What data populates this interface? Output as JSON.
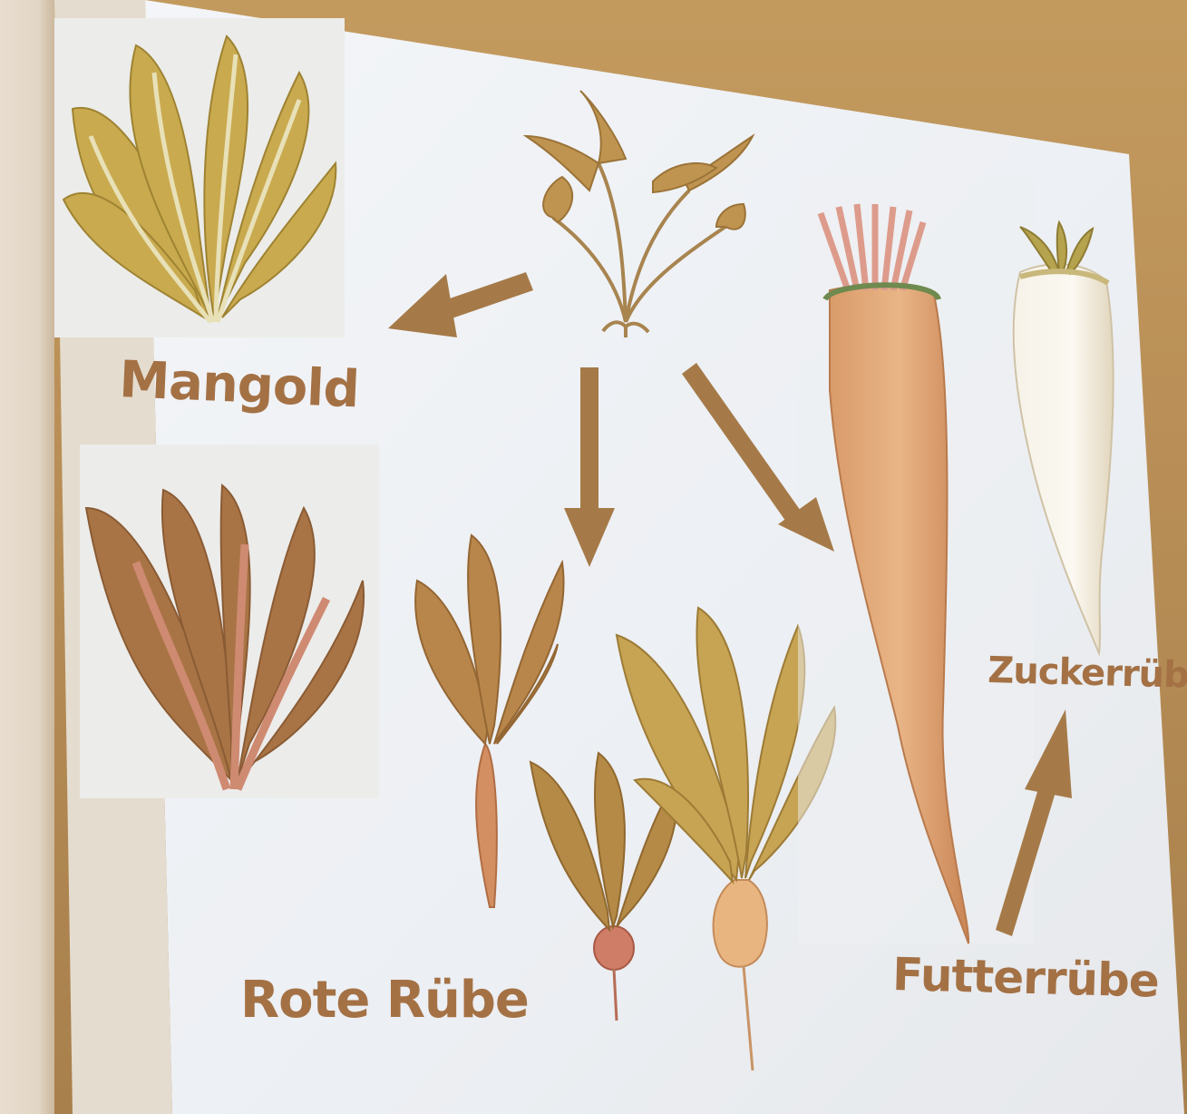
{
  "slide": {
    "labels": {
      "mangold": "Mangold",
      "rote_ruebe": "Rote Rübe",
      "futterruebe": "Futterrübe",
      "zuckerruebe": "Zuckerrübe"
    }
  },
  "colors": {
    "label_text": "#a47145",
    "arrow": "#a57a48",
    "slide_background": "#edf0f4",
    "wall": "#b98f57"
  }
}
